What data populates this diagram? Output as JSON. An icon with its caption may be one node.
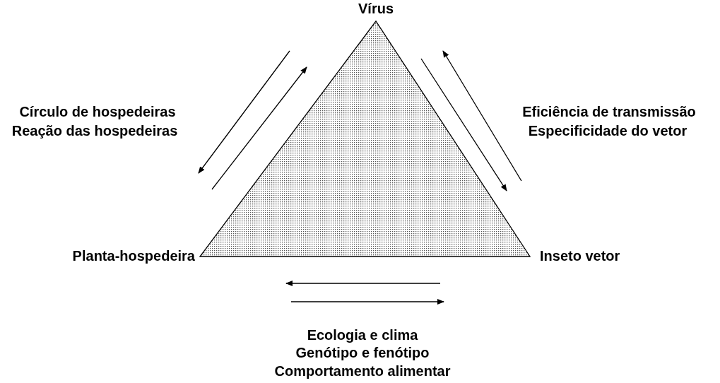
{
  "diagram": {
    "nodes": [
      {
        "text": [
          "Vírus"
        ]
      },
      {
        "text": [
          "Planta-hospedeira"
        ]
      },
      {
        "text": [
          "Inseto vetor"
        ]
      }
    ],
    "labels": [
      "Círculo de hospedeiras",
      "Reação das hospedeiras",
      "Eficiência de transmissão",
      "Especificidade do vetor",
      "Ecologia e clima",
      "Genótipo e fenótipo",
      "Comportamento alimentar"
    ]
  }
}
